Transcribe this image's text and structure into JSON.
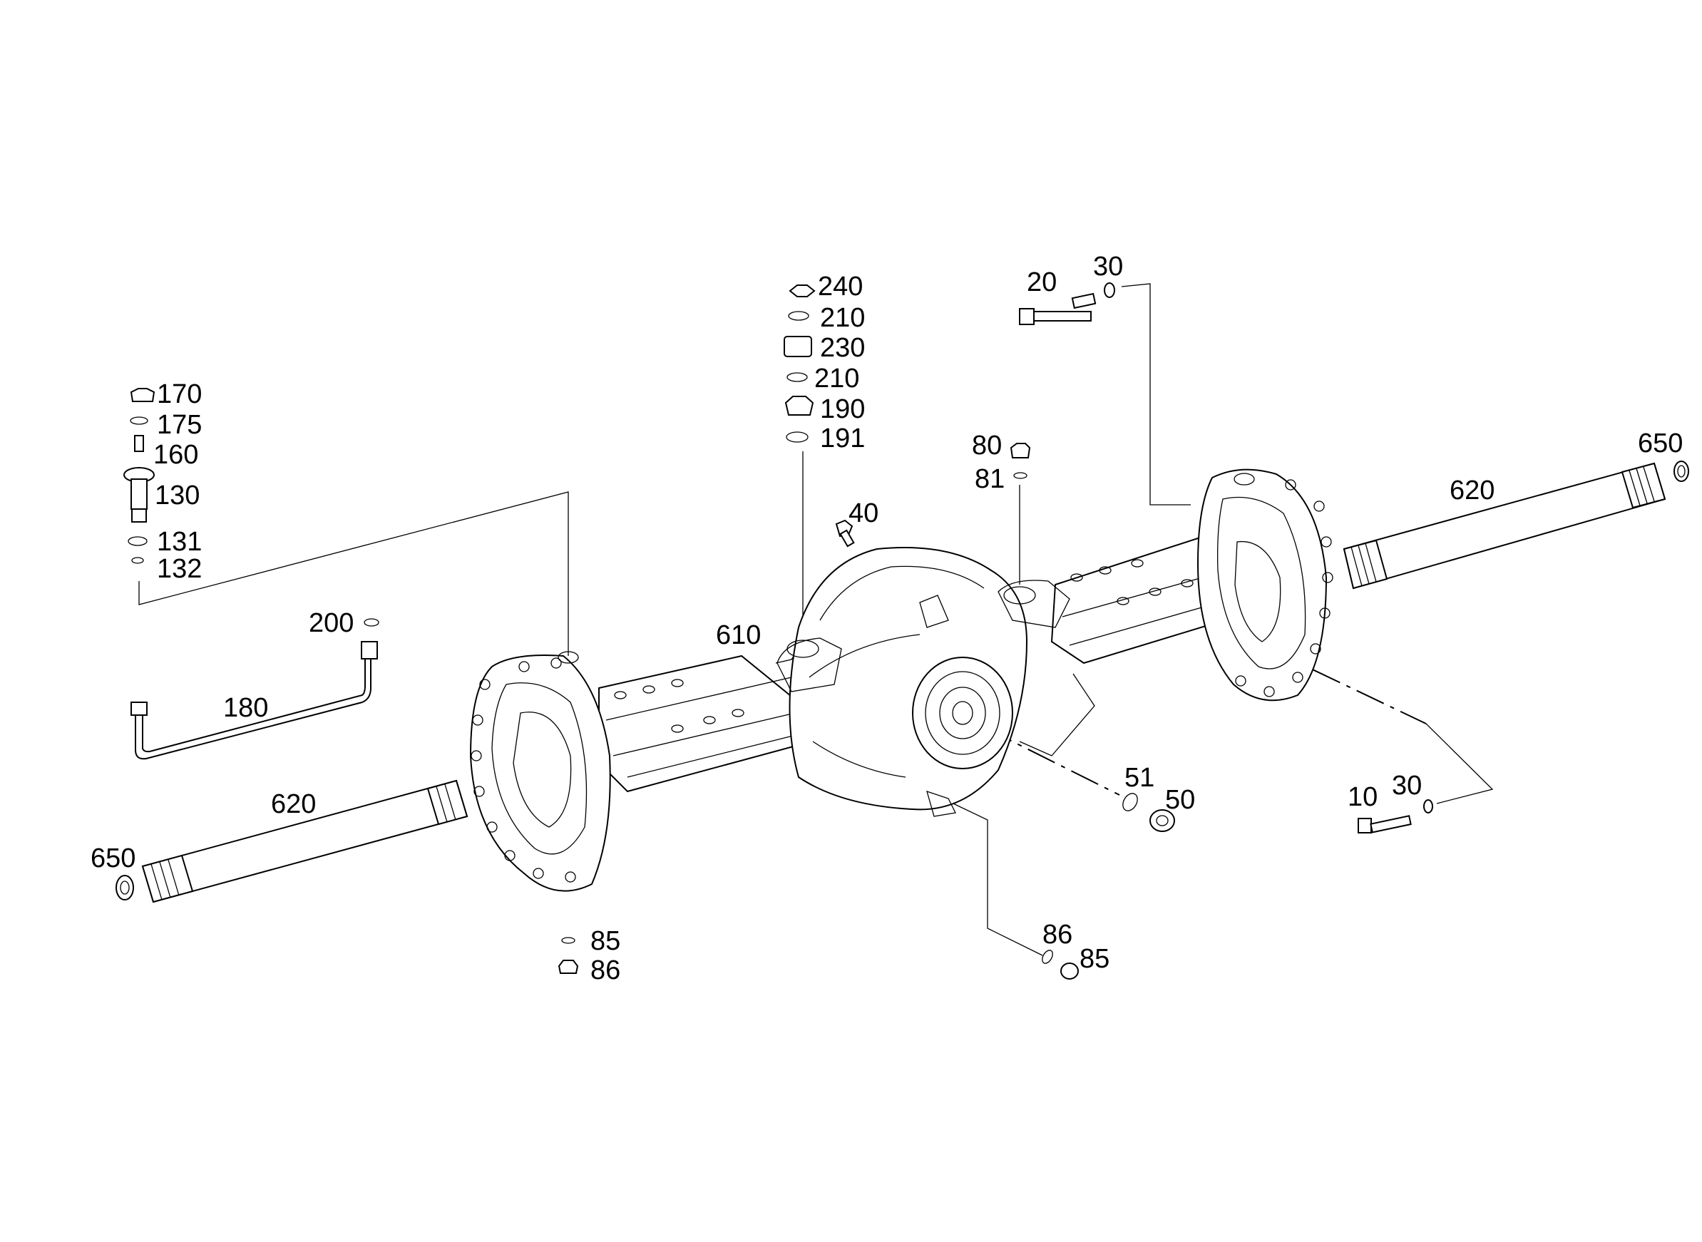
{
  "callouts": {
    "p240": "240",
    "p210a": "210",
    "p230": "230",
    "p210b": "210",
    "p190": "190",
    "p191": "191",
    "p20": "20",
    "p30a": "30",
    "p650r": "650",
    "p620r": "620",
    "p170": "170",
    "p175": "175",
    "p160": "160",
    "p130": "130",
    "p131": "131",
    "p132": "132",
    "p200": "200",
    "p180": "180",
    "p40": "40",
    "p610": "610",
    "p80": "80",
    "p81": "81",
    "p51": "51",
    "p50": "50",
    "p10": "10",
    "p30b": "30",
    "p620l": "620",
    "p650l": "650",
    "p85a": "85",
    "p86a": "86",
    "p86b": "86",
    "p85b": "85"
  },
  "colors": {
    "line": "#000000",
    "background": "#ffffff"
  }
}
